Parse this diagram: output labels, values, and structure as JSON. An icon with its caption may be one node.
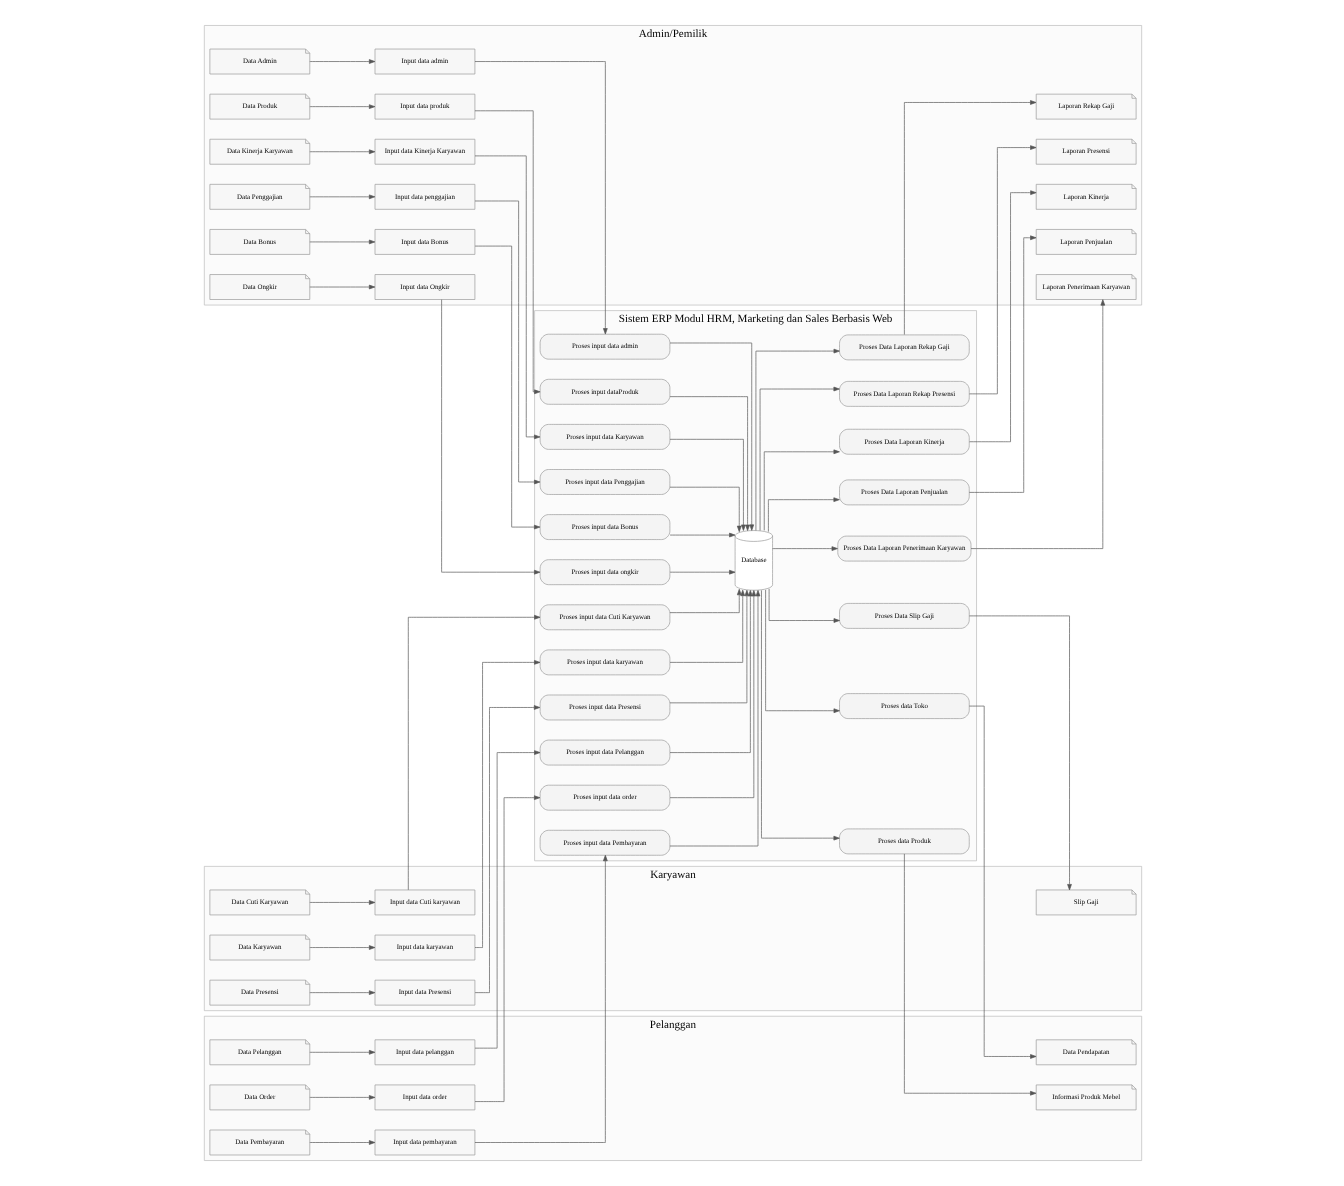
{
  "diagram": {
    "nodes": [
      {
        "text": [
          "Admin/Pemilik"
        ]
      },
      {
        "text": [
          "Karyawan"
        ]
      },
      {
        "text": [
          "Sistem ERP Modul HRM, Marketing dan Sales Berbasis Web"
        ]
      },
      {
        "text": [
          "Pelanggan"
        ]
      },
      {
        "text": [
          "Data Admin"
        ],
        "in": 0
      },
      {
        "text": [
          "Input data admin"
        ],
        "in": 0
      },
      {
        "text": [
          "Data Produk"
        ],
        "in": 0
      },
      {
        "text": [
          "Input data produk"
        ],
        "in": 0
      },
      {
        "text": [
          "Data Kinerja Karyawan"
        ],
        "in": 0
      },
      {
        "text": [
          "Input data Kinerja Karyawan"
        ],
        "in": 0
      },
      {
        "text": [
          "Data Penggajian"
        ],
        "in": 0
      },
      {
        "text": [
          "Input data penggajian"
        ],
        "in": 0
      },
      {
        "text": [
          "Data Bonus"
        ],
        "in": 0
      },
      {
        "text": [
          "Input data Bonus"
        ],
        "in": 0
      },
      {
        "text": [
          "Data Ongkir"
        ],
        "in": 0
      },
      {
        "text": [
          "Input data Ongkir"
        ],
        "in": 0
      },
      {
        "text": [
          "Laporan Rekap Gaji"
        ],
        "in": 0
      },
      {
        "text": [
          "Laporan Presensi"
        ],
        "in": 0
      },
      {
        "text": [
          "Laporan Kinerja"
        ],
        "in": 0
      },
      {
        "text": [
          "Laporan Penjualan"
        ],
        "in": 0
      },
      {
        "text": [
          "Laporan Penerimaan Karyawan"
        ],
        "in": 0
      },
      {
        "text": [
          "Data Cuti Karyawan"
        ],
        "in": 1
      },
      {
        "text": [
          "Input data Cuti karyawan"
        ],
        "in": 1
      },
      {
        "text": [
          "Data Karyawan"
        ],
        "in": 1
      },
      {
        "text": [
          "Input data karyawan"
        ],
        "in": 1
      },
      {
        "text": [
          "Data Presensi"
        ],
        "in": 1
      },
      {
        "text": [
          "Input data Presensi"
        ],
        "in": 1
      },
      {
        "text": [
          "Slip Gaji"
        ],
        "in": 1
      },
      {
        "text": [
          "Proses input data admin"
        ],
        "in": 2
      },
      {
        "text": [
          "Proses input dataProduk"
        ],
        "in": 2
      },
      {
        "text": [
          "Proses input data Karyawan"
        ],
        "in": 2
      },
      {
        "text": [
          "Proses input data Penggajian"
        ],
        "in": 2
      },
      {
        "text": [
          "Proses input data Bonus"
        ],
        "in": 2
      },
      {
        "text": [
          "Proses input data ongkir"
        ],
        "in": 2
      },
      {
        "text": [
          "Proses input data Cuti Karyawan"
        ],
        "in": 2
      },
      {
        "text": [
          "Proses input data karyawan"
        ],
        "in": 2
      },
      {
        "text": [
          "Proses input data Presensi"
        ],
        "in": 2
      },
      {
        "text": [
          "Proses Data Slip Gaji"
        ],
        "in": 2
      },
      {
        "text": [
          "Proses Data Laporan Rekap Gaji"
        ],
        "in": 2
      },
      {
        "text": [
          "Proses Data Laporan Rekap Presensi"
        ],
        "in": 2
      },
      {
        "text": [
          "Proses Data Laporan Kinerja"
        ],
        "in": 2
      },
      {
        "text": [
          "Proses Data Laporan Penjualan"
        ],
        "in": 2
      },
      {
        "text": [
          "Proses Data Laporan Penerimaan Karyawan"
        ],
        "in": 2
      },
      {
        "text": [
          "Proses input data Pelanggan"
        ],
        "in": 2
      },
      {
        "text": [
          "Proses input data order"
        ],
        "in": 2
      },
      {
        "text": [
          "Proses input data Pembayaran"
        ],
        "in": 2
      },
      {
        "text": [
          "Proses data Produk"
        ],
        "in": 2
      },
      {
        "text": [
          "Proses data Toko"
        ],
        "in": 2
      },
      {
        "text": [
          "Database"
        ],
        "in": 2
      },
      {
        "text": [
          "Data Pelanggan"
        ],
        "in": 3
      },
      {
        "text": [
          "Input data pelanggan"
        ],
        "in": 3
      },
      {
        "text": [
          "Data Order"
        ],
        "in": 3
      },
      {
        "text": [
          "Input data order"
        ],
        "in": 3
      },
      {
        "text": [
          "Data Pembayaran"
        ],
        "in": 3
      },
      {
        "text": [
          "Input data pembayaran"
        ],
        "in": 3
      },
      {
        "text": [
          "Informasi Produk Mebel"
        ],
        "in": 3
      },
      {
        "text": [
          "Data Pendapatan"
        ],
        "in": 3
      }
    ],
    "edges": [
      {
        "from": 4,
        "to": 5,
        "arrow": "to"
      },
      {
        "from": 5,
        "to": 28,
        "arrow": "to"
      },
      {
        "from": 28,
        "to": 48,
        "arrow": "to"
      },
      {
        "from": 6,
        "to": 7,
        "arrow": "to"
      },
      {
        "from": 7,
        "to": 29,
        "arrow": "to"
      },
      {
        "from": 29,
        "to": 48,
        "arrow": "to"
      },
      {
        "from": 8,
        "to": 9,
        "arrow": "to"
      },
      {
        "from": 9,
        "to": 30,
        "arrow": "to"
      },
      {
        "from": 30,
        "to": 48,
        "arrow": "to"
      },
      {
        "from": 10,
        "to": 11,
        "arrow": "to"
      },
      {
        "from": 11,
        "to": 31,
        "arrow": "to"
      },
      {
        "from": 31,
        "to": 48,
        "arrow": "to"
      },
      {
        "from": 12,
        "to": 13,
        "arrow": "to"
      },
      {
        "from": 13,
        "to": 32,
        "arrow": "to"
      },
      {
        "from": 32,
        "to": 48,
        "arrow": "to"
      },
      {
        "from": 14,
        "to": 15,
        "arrow": "to"
      },
      {
        "from": 15,
        "to": 33,
        "arrow": "to"
      },
      {
        "from": 33,
        "to": 48,
        "arrow": "to"
      },
      {
        "from": 21,
        "to": 22,
        "arrow": "to"
      },
      {
        "from": 22,
        "to": 34,
        "arrow": "to"
      },
      {
        "from": 34,
        "to": 48,
        "arrow": "to"
      },
      {
        "from": 23,
        "to": 24,
        "arrow": "to"
      },
      {
        "from": 24,
        "to": 35,
        "arrow": "to"
      },
      {
        "from": 35,
        "to": 48,
        "arrow": "to"
      },
      {
        "from": 25,
        "to": 26,
        "arrow": "to"
      },
      {
        "from": 26,
        "to": 36,
        "arrow": "to"
      },
      {
        "from": 36,
        "to": 48,
        "arrow": "to"
      },
      {
        "from": 48,
        "to": 37,
        "arrow": "to"
      },
      {
        "from": 37,
        "to": 27,
        "arrow": "to"
      },
      {
        "from": 48,
        "to": 38,
        "arrow": "to"
      },
      {
        "from": 38,
        "to": 16,
        "arrow": "to"
      },
      {
        "from": 48,
        "to": 39,
        "arrow": "to"
      },
      {
        "from": 39,
        "to": 17,
        "arrow": "to"
      },
      {
        "from": 48,
        "to": 40,
        "arrow": "to"
      },
      {
        "from": 40,
        "to": 18,
        "arrow": "to"
      },
      {
        "from": 48,
        "to": 41,
        "arrow": "to"
      },
      {
        "from": 41,
        "to": 19,
        "arrow": "to"
      },
      {
        "from": 48,
        "to": 42,
        "arrow": "to"
      },
      {
        "from": 42,
        "to": 20,
        "arrow": "to"
      },
      {
        "from": 49,
        "to": 50,
        "arrow": "to"
      },
      {
        "from": 50,
        "to": 43,
        "arrow": "to"
      },
      {
        "from": 43,
        "to": 48,
        "arrow": "to"
      },
      {
        "from": 51,
        "to": 52,
        "arrow": "to"
      },
      {
        "from": 52,
        "to": 44,
        "arrow": "to"
      },
      {
        "from": 44,
        "to": 48,
        "arrow": "to"
      },
      {
        "from": 53,
        "to": 54,
        "arrow": "to"
      },
      {
        "from": 54,
        "to": 45,
        "arrow": "to"
      },
      {
        "from": 45,
        "to": 48,
        "arrow": "to"
      },
      {
        "from": 48,
        "to": 46,
        "arrow": "to"
      },
      {
        "from": 46,
        "to": 55,
        "arrow": "to"
      },
      {
        "from": 48,
        "to": 47,
        "arrow": "to"
      },
      {
        "from": 47,
        "to": 56,
        "arrow": "to"
      }
    ]
  }
}
